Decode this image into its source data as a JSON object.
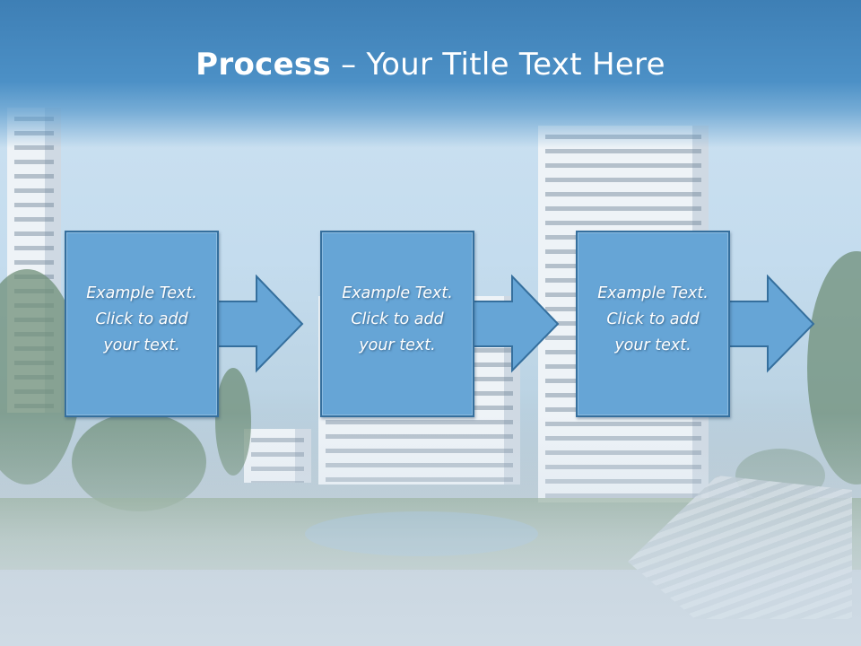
{
  "slide": {
    "title_bold": "Process",
    "title_rest": " – Your Title Text Here"
  },
  "steps": [
    {
      "text": "Example Text.\nClick  to add\nyour text."
    },
    {
      "text": "Example Text.\nClick  to add\nyour text."
    },
    {
      "text": "Example Text.\nClick  to add\nyour text."
    }
  ],
  "colors": {
    "title_band": "#4c90c6",
    "step_fill": "#66a5d6",
    "step_border": "#356f9d"
  }
}
